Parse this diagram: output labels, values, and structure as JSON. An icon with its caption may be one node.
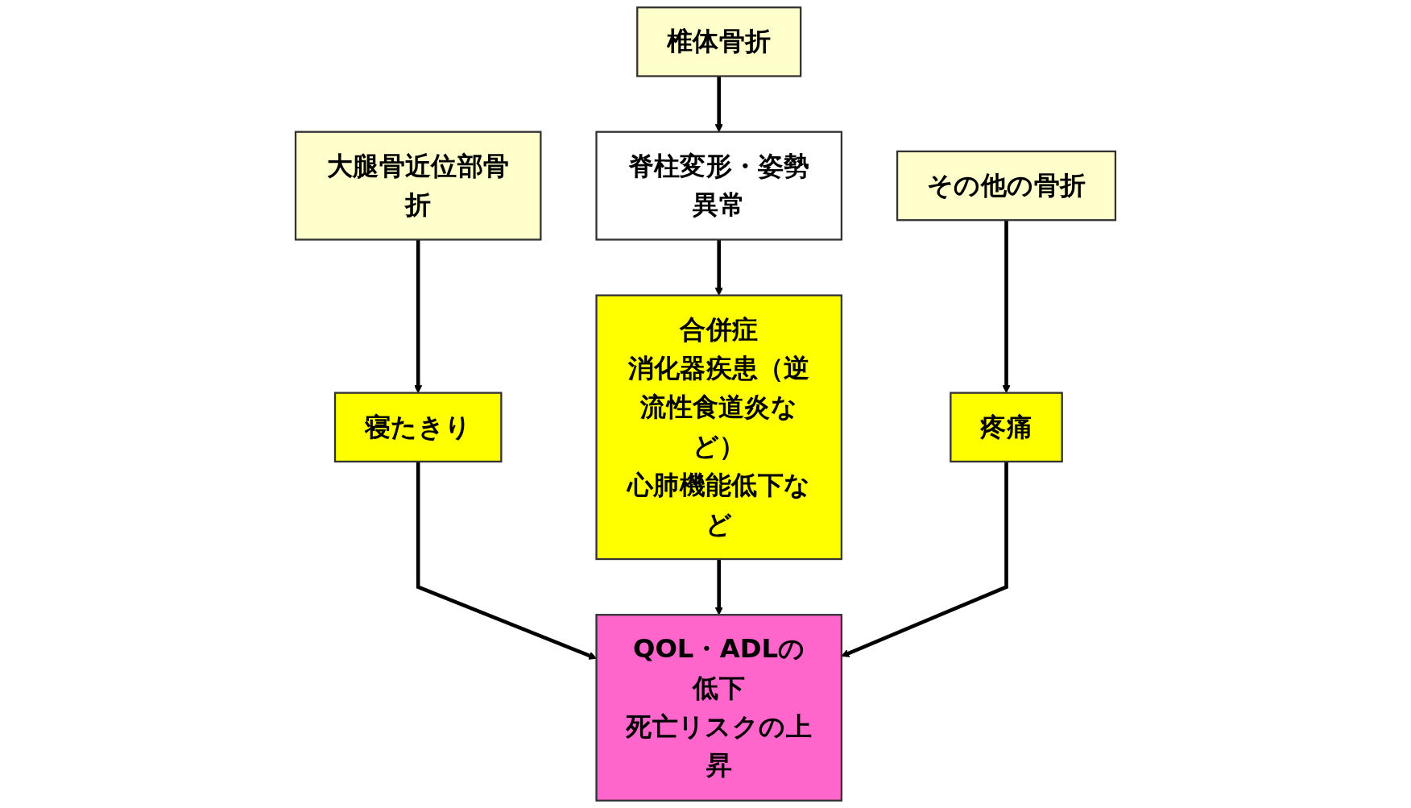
{
  "diagram": {
    "nodes": [
      {
        "text": [
          "大腿骨近位部骨折"
        ]
      },
      {
        "text": [
          "椎体骨折"
        ]
      },
      {
        "text": [
          "その他の骨折"
        ]
      },
      {
        "text": [
          "脊柱変形・姿勢異常"
        ]
      },
      {
        "text": [
          "合併症",
          "消化器疾患（逆流性食道炎など）",
          "心肺機能低下など"
        ]
      },
      {
        "text": [
          "寝たきり"
        ]
      },
      {
        "text": [
          "疼痛"
        ]
      },
      {
        "text": [
          "QOL・ADLの低下",
          "死亡リスクの上昇"
        ]
      }
    ],
    "edges": [
      {
        "from": 0,
        "to": 5,
        "arrow": "to"
      },
      {
        "from": 1,
        "to": 3,
        "arrow": "to"
      },
      {
        "from": 2,
        "to": 6,
        "arrow": "to"
      },
      {
        "from": 3,
        "to": 4,
        "arrow": "to"
      },
      {
        "from": 5,
        "to": 7,
        "arrow": "to"
      },
      {
        "from": 4,
        "to": 7,
        "arrow": "to"
      },
      {
        "from": 6,
        "to": 7,
        "arrow": "to"
      }
    ]
  }
}
